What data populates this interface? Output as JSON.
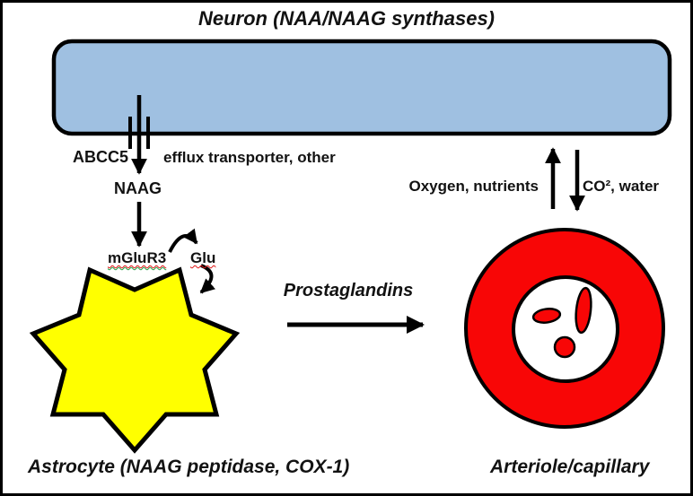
{
  "title": "Neuron (NAA/NAAG synthases)",
  "labels": {
    "abcc5": "ABCC5",
    "efflux_transporter": "efflux transporter, other",
    "naag": "NAAG",
    "mglur3": "mGluR3",
    "glu": "Glu",
    "prostaglandins": "Prostaglandins",
    "oxygen_nutrients": "Oxygen, nutrients",
    "co2_water": "CO², water",
    "astrocyte": "Astrocyte (NAAG peptidase, COX-1)",
    "arteriole": "Arteriole/capillary"
  },
  "colors": {
    "neuron_fill": "#9fc0e1",
    "astrocyte_fill": "#ffff00",
    "vessel_fill": "#f80606",
    "lumen_fill": "#ffffff",
    "outline": "#000000",
    "spellcheck_underline": "#e01515",
    "grammar_underline": "#1f9e42"
  }
}
